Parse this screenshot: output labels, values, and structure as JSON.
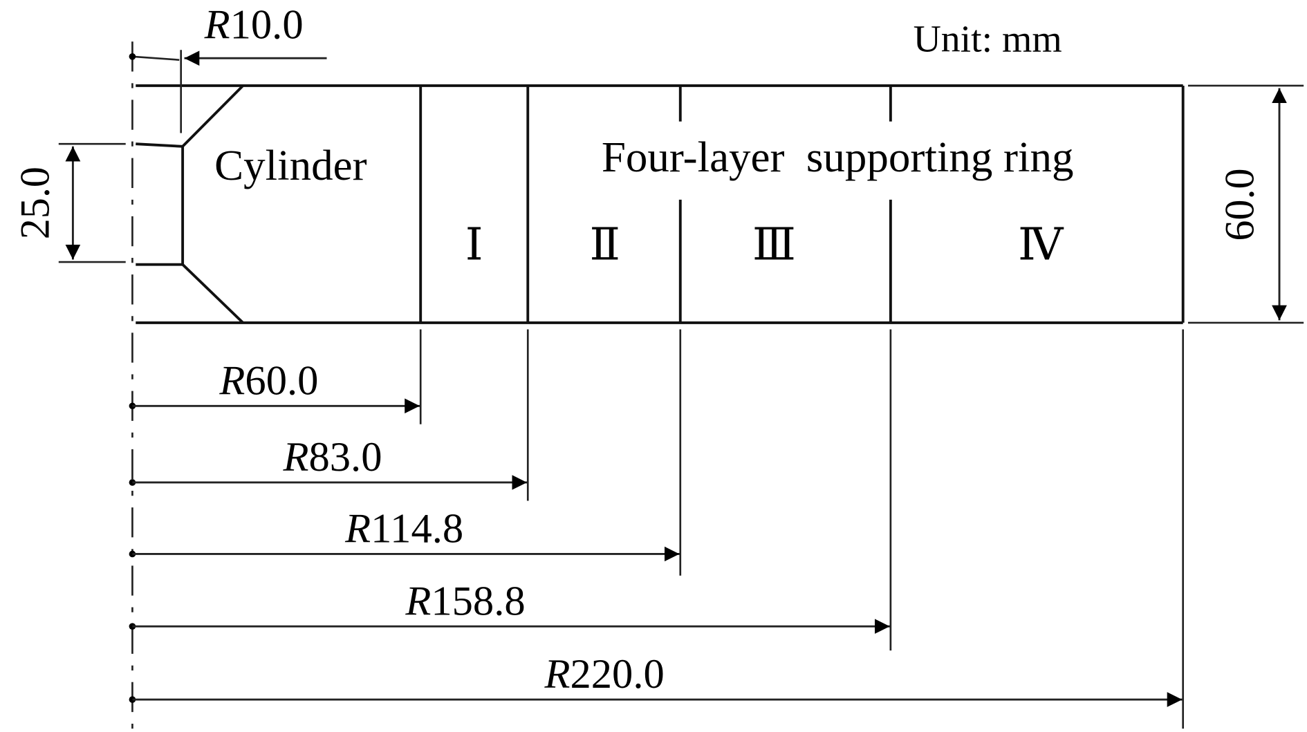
{
  "unit_label": "Unit: mm",
  "labels": {
    "cylinder": "Cylinder",
    "ring_title": "Four-layer  supporting ring",
    "layers": [
      "I",
      "II",
      "III",
      "IV"
    ],
    "layer_glyphs": [
      "Ⅰ",
      "Ⅱ",
      "Ⅲ",
      "Ⅳ"
    ]
  },
  "dimensions": {
    "inner_radius": {
      "prefix": "R",
      "value": "10.0"
    },
    "cylinder_height": "25.0",
    "ring_height": "60.0",
    "radii": [
      {
        "prefix": "R",
        "value": "60.0",
        "target": "cylinder outer boundary"
      },
      {
        "prefix": "R",
        "value": "83.0",
        "target": "layer I outer boundary"
      },
      {
        "prefix": "R",
        "value": "114.8",
        "target": "layer II outer boundary"
      },
      {
        "prefix": "R",
        "value": "158.8",
        "target": "layer III outer boundary"
      },
      {
        "prefix": "R",
        "value": "220.0",
        "target": "layer IV outer boundary"
      }
    ]
  },
  "colors": {
    "line": "#111111",
    "background": "#ffffff"
  }
}
